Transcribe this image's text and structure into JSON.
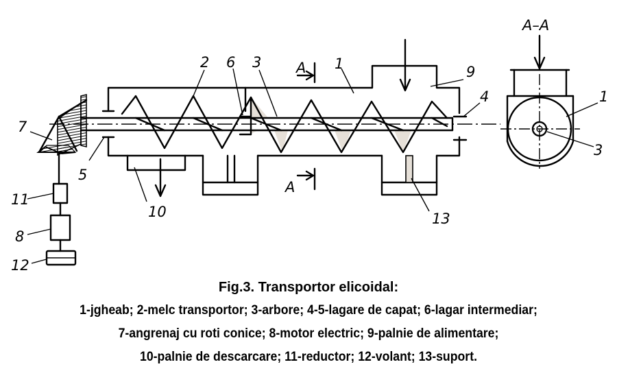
{
  "labels": {
    "l1": "1",
    "l1b": "1",
    "l2": "2",
    "l3": "3",
    "l3b": "3",
    "l4": "4",
    "l5": "5",
    "l6": "6",
    "l7": "7",
    "l8": "8",
    "l9": "9",
    "l10": "10",
    "l11": "11",
    "l12": "12",
    "l13": "13",
    "sectionTop": "A",
    "sectionBottom": "A",
    "sectionView": "A–A"
  },
  "caption": {
    "title": "Fig.3. Transportor elicoidal:",
    "lines": [
      "1-jgheab; 2-melc transportor; 3-arbore; 4-5-lagare de capat; 6-lagar intermediar;",
      "7-angrenaj cu roti conice; 8-motor electric; 9-palnie de alimentare;",
      "10-palnie de descarcare; 11-reductor; 12-volant; 13-suport."
    ]
  }
}
